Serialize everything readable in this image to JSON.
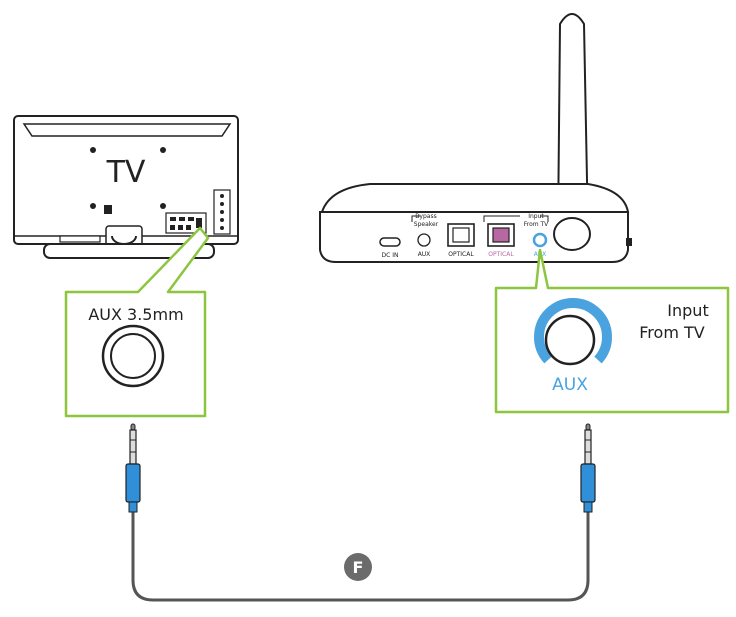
{
  "tv": {
    "label": "TV"
  },
  "receiver": {
    "dc_in": "DC IN",
    "bypass_speaker_1": "Bypass",
    "bypass_speaker_2": "Speaker",
    "aux_port": "AUX",
    "optical_out": "OPTICAL",
    "optical_in": "OPTICAL",
    "input_from_tv_1": "Input",
    "input_from_tv_2": "From TV",
    "aux_in": "AUX"
  },
  "left_callout": {
    "title": "AUX 3.5mm"
  },
  "right_callout": {
    "line1": "Input",
    "line2": "From TV",
    "port_label": "AUX"
  },
  "cable": {
    "marker": "F"
  },
  "colors": {
    "callout_border": "#8cc63f",
    "accent_blue": "#4aa3df",
    "plug_blue": "#2f8fd8",
    "optical_pink": "#b768a2",
    "cable_gray": "#555555",
    "outline": "#222222"
  }
}
